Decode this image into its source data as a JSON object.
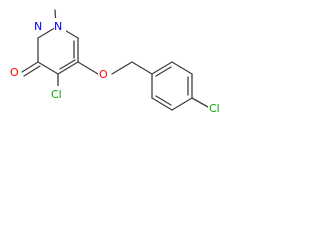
{
  "molecule": {
    "atoms": {
      "n1": {
        "symbol": "N",
        "color": "#0000ff"
      },
      "n2": {
        "symbol": "N",
        "color": "#0000ff"
      },
      "o_carbonyl": {
        "symbol": "O",
        "color": "#ff0000"
      },
      "o_ether": {
        "symbol": "O",
        "color": "#ff0000"
      },
      "cl_ring": {
        "symbol": "Cl",
        "color": "#00aa00"
      },
      "cl_para": {
        "symbol": "Cl",
        "color": "#00aa00"
      }
    },
    "bond_color": "#3f3f3f"
  }
}
